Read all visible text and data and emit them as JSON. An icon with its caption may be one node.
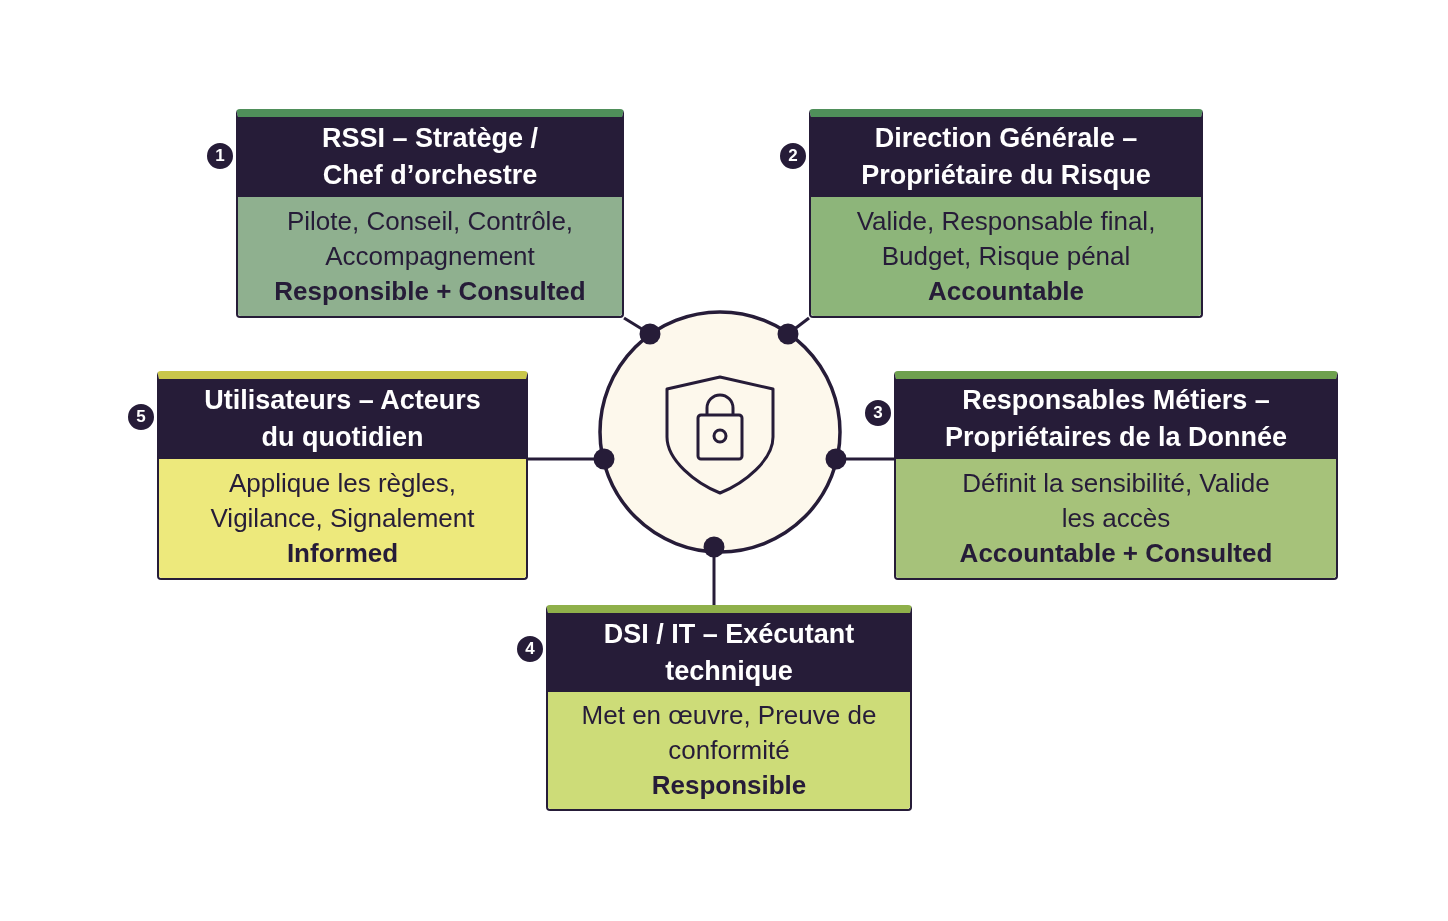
{
  "diagram": {
    "nodes": [
      {
        "text": [],
        "shape": "circle"
      },
      {
        "text": [
          "RSSI – Stratège / Chef d’orchestre",
          "Pilote, Conseil, Contrôle, Accompagnement",
          "Responsible + Consulted"
        ],
        "beside": [
          "1"
        ]
      },
      {
        "text": [
          "Direction Générale – Propriétaire du Risque",
          "Valide, Responsable final, Budget, Risque pénal",
          "Accountable"
        ],
        "beside": [
          "2"
        ]
      },
      {
        "text": [
          "Responsables Métiers – Propriétaires de la Donnée",
          "Définit la sensibilité, Valide les accès",
          "Accountable + Consulted"
        ],
        "beside": [
          "3"
        ]
      },
      {
        "text": [
          "DSI / IT – Exécutant technique",
          "Met en œuvre, Preuve de conformité",
          "Responsible"
        ],
        "beside": [
          "4"
        ]
      },
      {
        "text": [
          "Utilisateurs – Acteurs du quotidien",
          "Applique les règles, Vigilance, Signalement",
          "Informed"
        ],
        "beside": [
          "5"
        ]
      }
    ],
    "edges": [
      {
        "from": 1,
        "to": 0,
        "arrow": "other"
      },
      {
        "from": 2,
        "to": 0,
        "arrow": "other"
      },
      {
        "from": 3,
        "to": 0,
        "arrow": "other"
      },
      {
        "from": 4,
        "to": 0,
        "arrow": "other"
      },
      {
        "from": 5,
        "to": 0,
        "arrow": "other"
      }
    ]
  }
}
